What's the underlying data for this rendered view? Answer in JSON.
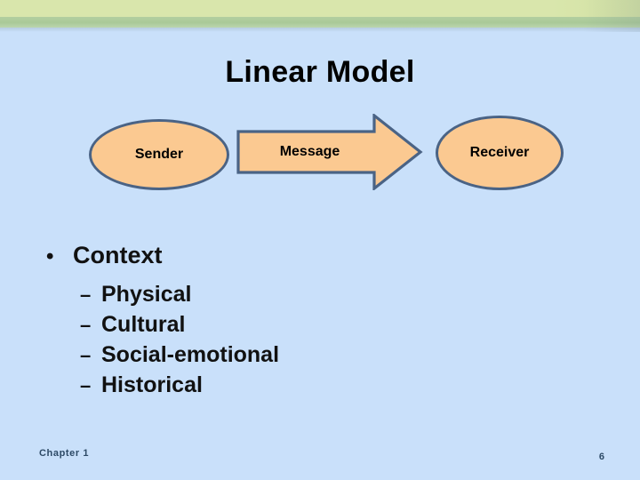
{
  "slide": {
    "title": "Linear Model",
    "background_color": "#c9e0fa",
    "band_light_color": "#d9e6ac",
    "band_dark_color": "#a9c998"
  },
  "diagram": {
    "shape_fill_color": "#fbc991",
    "shape_border_color": "#4a6385",
    "sender": {
      "label": "Sender",
      "shape": "ellipse"
    },
    "message": {
      "label": "Message",
      "shape": "right-arrow"
    },
    "receiver": {
      "label": "Receiver",
      "shape": "ellipse"
    }
  },
  "content": {
    "bullets": [
      {
        "marker": "•",
        "label": "Context",
        "level": 1
      },
      {
        "marker": "–",
        "label": "Physical",
        "level": 2
      },
      {
        "marker": "–",
        "label": "Cultural",
        "level": 2
      },
      {
        "marker": "–",
        "label": "Social-emotional",
        "level": 2
      },
      {
        "marker": "–",
        "label": "Historical",
        "level": 2
      }
    ]
  },
  "footer": {
    "chapter": "Chapter 1",
    "page_number": "6"
  }
}
